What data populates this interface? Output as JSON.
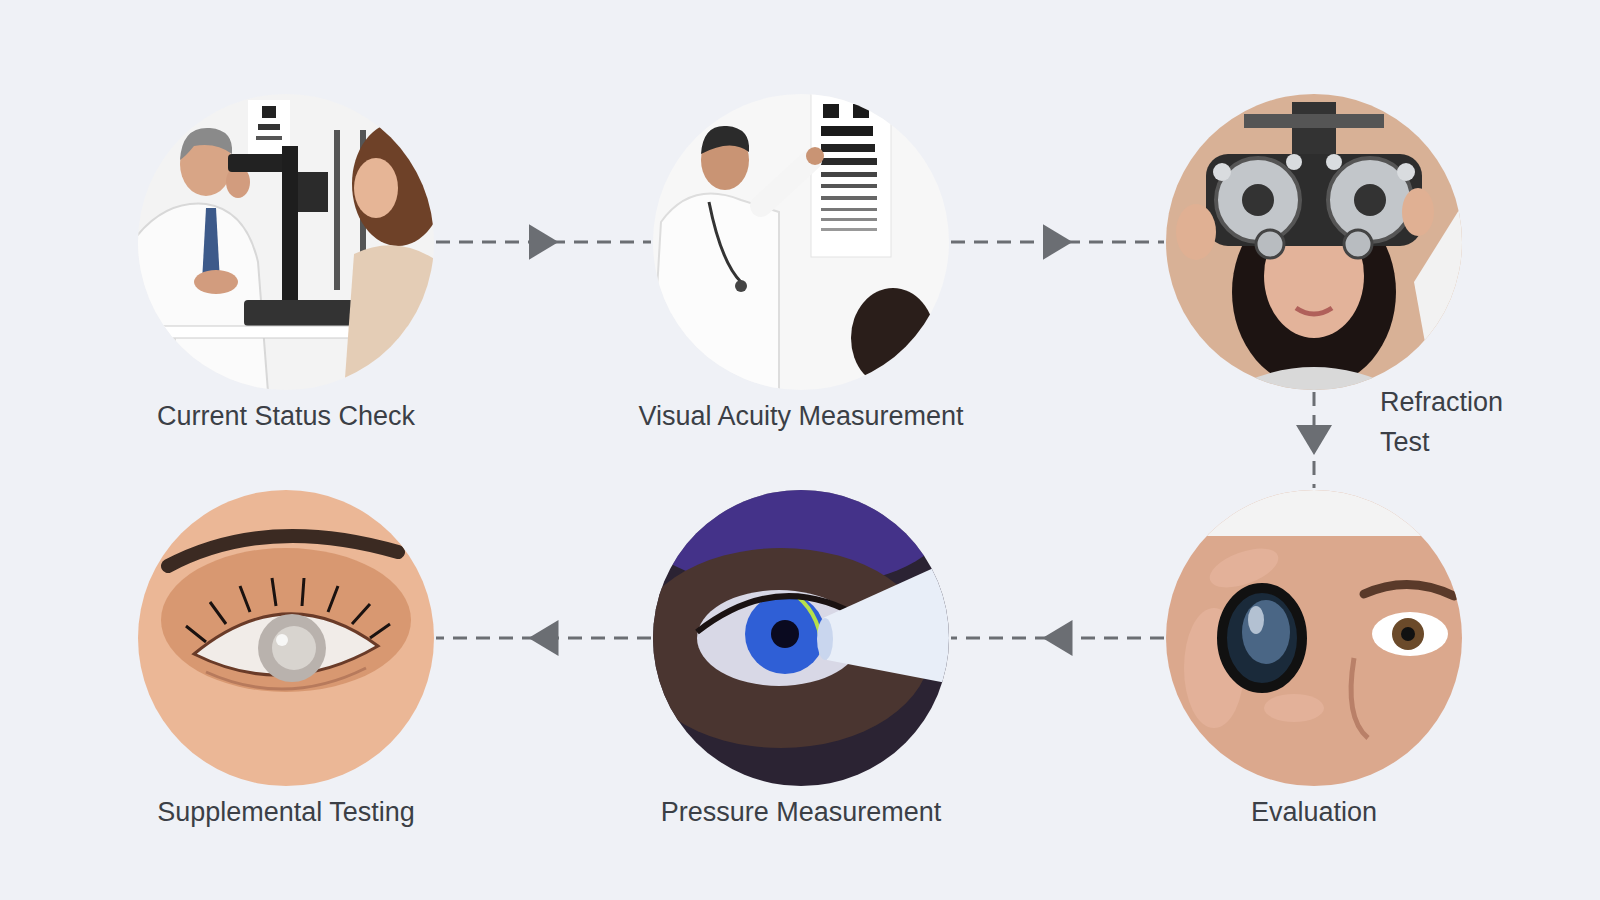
{
  "diagram": {
    "nodes": [
      {
        "text": [
          "Current Status Check"
        ]
      },
      {
        "text": [
          "Visual Acuity Measurement"
        ]
      },
      {
        "text": [
          "Refraction Test"
        ]
      },
      {
        "text": [
          "Evaluation"
        ]
      },
      {
        "text": [
          "Pressure Measurement"
        ]
      },
      {
        "text": [
          "Supplemental Testing"
        ]
      }
    ],
    "edges": [
      {
        "from": 0,
        "to": 1,
        "arrow": "to"
      },
      {
        "from": 1,
        "to": 2,
        "arrow": "to"
      },
      {
        "from": 2,
        "to": 3,
        "arrow": "to"
      },
      {
        "from": 3,
        "to": 4,
        "arrow": "to"
      },
      {
        "from": 4,
        "to": 5,
        "arrow": "to"
      }
    ]
  }
}
